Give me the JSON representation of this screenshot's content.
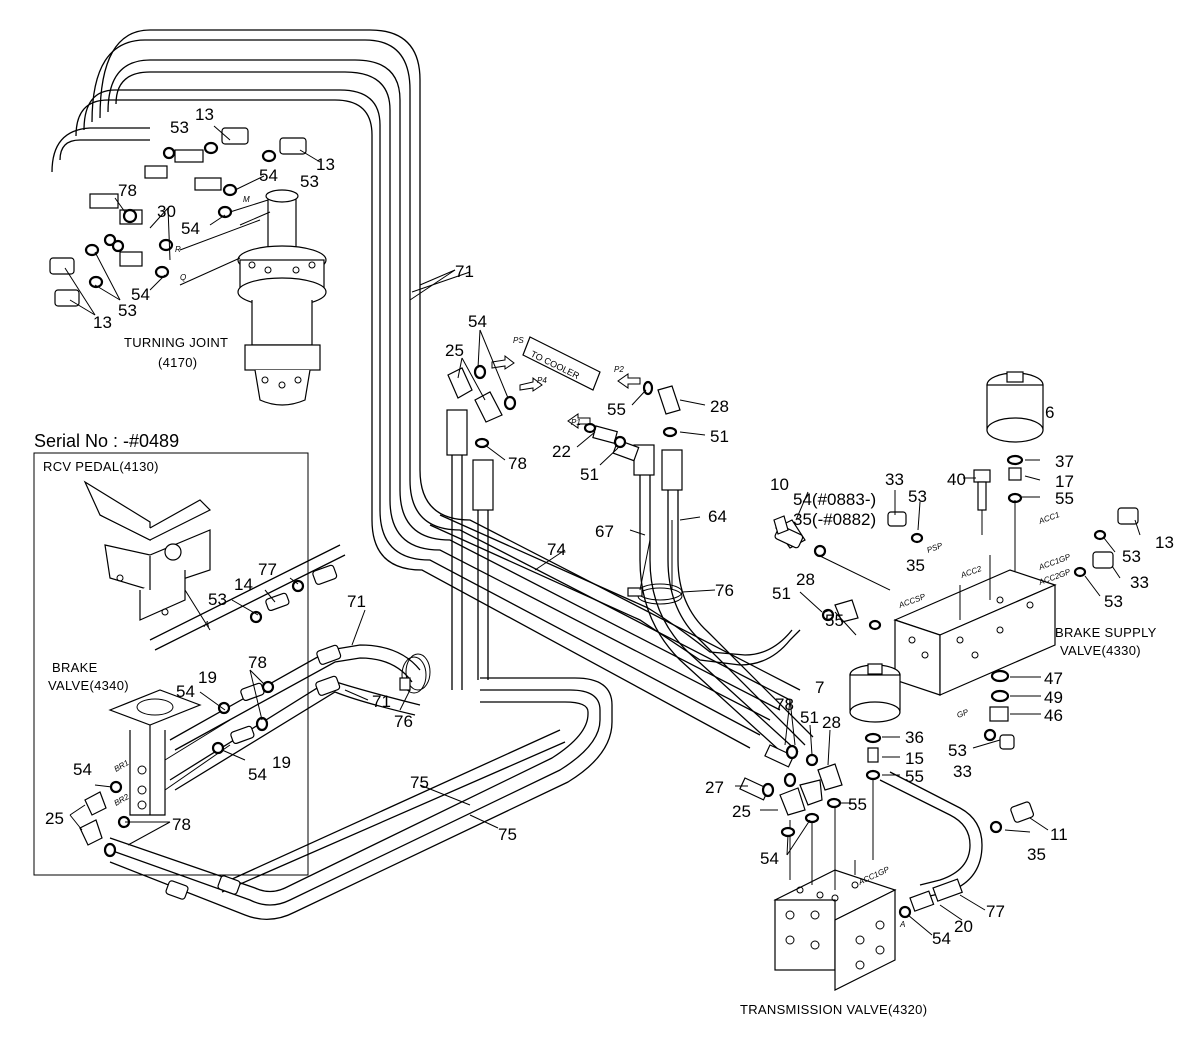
{
  "serial": "Serial No : -#0489",
  "to_cooler": "TO COOLER",
  "captions": {
    "turning_joint_1": "TURNING JOINT",
    "turning_joint_2": "(4170)",
    "rcv_pedal": "RCV PEDAL(4130)",
    "brake_valve_1": "BRAKE",
    "brake_valve_2": "VALVE(4340)",
    "brake_supply_1": "BRAKE SUPPLY",
    "brake_supply_2": "VALVE(4330)",
    "transmission": "TRANSMISSION VALVE(4320)"
  },
  "notes": {
    "n54_serial": "54(#0883-)",
    "n35_serial": "35(-#0882)"
  },
  "ports": {
    "ps": "PS",
    "p4": "P4",
    "p2": "P2",
    "p1": "P1",
    "acc1": "ACC1",
    "acc1gp": "ACC1GP",
    "acc2gp": "ACC2GP",
    "acc2": "ACC2",
    "accsp": "ACCSP",
    "psp": "PSP",
    "gp": "GP",
    "acc1gp_tv": "ACC1GP",
    "a": "A",
    "br1": "BR1",
    "br2": "BR2"
  },
  "labels": [
    {
      "id": "l13a",
      "text": "13"
    },
    {
      "id": "l53a",
      "text": "53"
    },
    {
      "id": "l13b",
      "text": "13"
    },
    {
      "id": "l53b",
      "text": "53"
    },
    {
      "id": "l54a",
      "text": "54"
    },
    {
      "id": "l78a",
      "text": "78"
    },
    {
      "id": "l30",
      "text": "30"
    },
    {
      "id": "l54b",
      "text": "54"
    },
    {
      "id": "l54c",
      "text": "54"
    },
    {
      "id": "l53c",
      "text": "53"
    },
    {
      "id": "l13c",
      "text": "13"
    },
    {
      "id": "l71a",
      "text": "71"
    },
    {
      "id": "l54d",
      "text": "54"
    },
    {
      "id": "l25a",
      "text": "25"
    },
    {
      "id": "l78b",
      "text": "78"
    },
    {
      "id": "l55a",
      "text": "55"
    },
    {
      "id": "l28a",
      "text": "28"
    },
    {
      "id": "l51a",
      "text": "51"
    },
    {
      "id": "l22",
      "text": "22"
    },
    {
      "id": "l51b",
      "text": "51"
    },
    {
      "id": "l6",
      "text": "6"
    },
    {
      "id": "l37",
      "text": "37"
    },
    {
      "id": "l17",
      "text": "17"
    },
    {
      "id": "l55b",
      "text": "55"
    },
    {
      "id": "l40",
      "text": "40"
    },
    {
      "id": "l33a",
      "text": "33"
    },
    {
      "id": "l53d",
      "text": "53"
    },
    {
      "id": "l10",
      "text": "10"
    },
    {
      "id": "l67",
      "text": "67"
    },
    {
      "id": "l64",
      "text": "64"
    },
    {
      "id": "l74",
      "text": "74"
    },
    {
      "id": "l13d",
      "text": "13"
    },
    {
      "id": "l53e",
      "text": "53"
    },
    {
      "id": "l33b",
      "text": "33"
    },
    {
      "id": "l53f",
      "text": "53"
    },
    {
      "id": "l35a",
      "text": "35"
    },
    {
      "id": "l76a",
      "text": "76"
    },
    {
      "id": "l28b",
      "text": "28"
    },
    {
      "id": "l51c",
      "text": "51"
    },
    {
      "id": "l55c",
      "text": "55"
    },
    {
      "id": "l71b",
      "text": "71"
    },
    {
      "id": "l77a",
      "text": "77"
    },
    {
      "id": "l14",
      "text": "14"
    },
    {
      "id": "l53g",
      "text": "53"
    },
    {
      "id": "l78c",
      "text": "78"
    },
    {
      "id": "l19a",
      "text": "19"
    },
    {
      "id": "l54e",
      "text": "54"
    },
    {
      "id": "l71c",
      "text": "71"
    },
    {
      "id": "l76b",
      "text": "76"
    },
    {
      "id": "l19b",
      "text": "19"
    },
    {
      "id": "l54f",
      "text": "54"
    },
    {
      "id": "l7",
      "text": "7"
    },
    {
      "id": "l47",
      "text": "47"
    },
    {
      "id": "l49",
      "text": "49"
    },
    {
      "id": "l46",
      "text": "46"
    },
    {
      "id": "l78d",
      "text": "78"
    },
    {
      "id": "l51d",
      "text": "51"
    },
    {
      "id": "l28c",
      "text": "28"
    },
    {
      "id": "l36",
      "text": "36"
    },
    {
      "id": "l15",
      "text": "15"
    },
    {
      "id": "l53h",
      "text": "53"
    },
    {
      "id": "l33c",
      "text": "33"
    },
    {
      "id": "l55d",
      "text": "55"
    },
    {
      "id": "l27",
      "text": "27"
    },
    {
      "id": "l55e",
      "text": "55"
    },
    {
      "id": "l25b",
      "text": "25"
    },
    {
      "id": "l75a",
      "text": "75"
    },
    {
      "id": "l75b",
      "text": "75"
    },
    {
      "id": "l54g",
      "text": "54"
    },
    {
      "id": "l25c",
      "text": "25"
    },
    {
      "id": "l78e",
      "text": "78"
    },
    {
      "id": "l54h",
      "text": "54"
    },
    {
      "id": "l11",
      "text": "11"
    },
    {
      "id": "l35b",
      "text": "35"
    },
    {
      "id": "l77b",
      "text": "77"
    },
    {
      "id": "l20",
      "text": "20"
    },
    {
      "id": "l54i",
      "text": "54"
    }
  ]
}
